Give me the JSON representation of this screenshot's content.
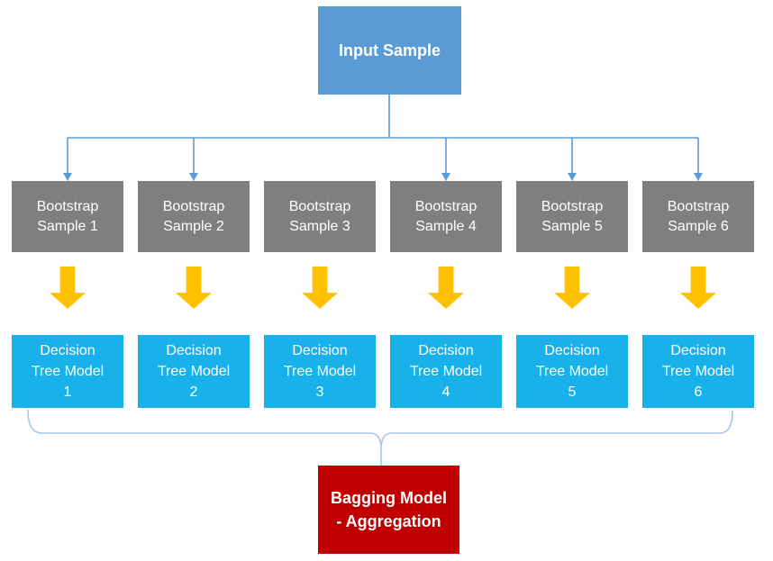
{
  "diagram": {
    "input_label": "Input Sample",
    "bootstrap_samples": [
      "Bootstrap\nSample 1",
      "Bootstrap\nSample 2",
      "Bootstrap\nSample 3",
      "Bootstrap\nSample 4",
      "Bootstrap\nSample 5",
      "Bootstrap\nSample 6"
    ],
    "tree_models": [
      "Decision\nTree Model\n1",
      "Decision\nTree Model\n2",
      "Decision\nTree Model\n3",
      "Decision\nTree Model\n4",
      "Decision\nTree Model\n5",
      "Decision\nTree Model\n6"
    ],
    "aggregation_label": "Bagging Model\n- Aggregation"
  },
  "icons": {
    "flow_arrow": "thick-down-block-arrow",
    "connector_arrowhead": "small-down-triangle",
    "gather_connector": "curly-brace-down"
  },
  "colors": {
    "input_box": "#5b9bd5",
    "bootstrap_box": "#7f7f7f",
    "model_box": "#18b1ea",
    "output_box": "#c00000",
    "arrow": "#ffc000",
    "connector": "#5b9bd5",
    "brace": "#a9c6e8",
    "box_text": "#ffffff",
    "background": "#ffffff"
  }
}
